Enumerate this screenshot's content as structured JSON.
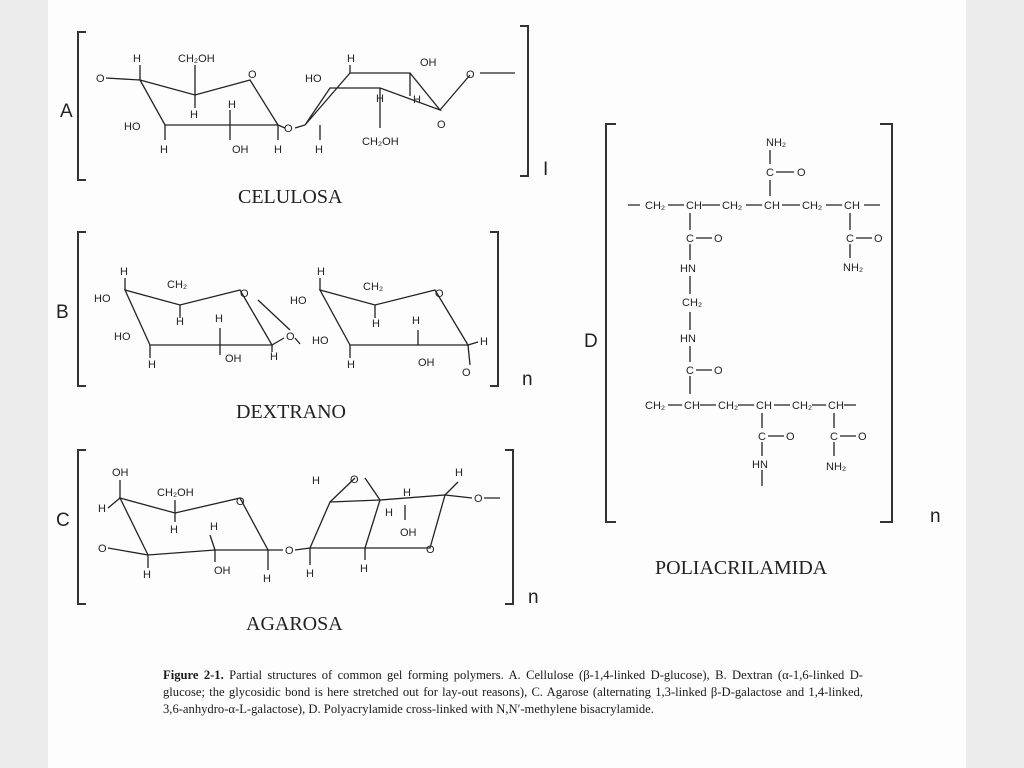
{
  "panels": {
    "a": {
      "letter": "A",
      "repeat": "I",
      "name": "CELULOSA"
    },
    "b": {
      "letter": "B",
      "repeat": "n",
      "name": "DEXTRANO"
    },
    "c": {
      "letter": "C",
      "repeat": "n",
      "name": "AGAROSA"
    },
    "d": {
      "letter": "D",
      "repeat": "n",
      "name": "POLIACRILAMIDA"
    }
  },
  "atoms": {
    "H": "H",
    "O": "O",
    "OH": "OH",
    "HO": "HO",
    "CH2OH": "CH₂OH",
    "CH2": "CH₂",
    "NH2": "NH₂",
    "HN": "HN",
    "CH": "CH",
    "C": "C",
    "dash": "—",
    "bond": "–"
  },
  "caption": {
    "label": "Figure 2-1.",
    "text": "Partial structures of common gel forming polymers. A. Cellulose (β-1,4-linked D-glucose), B. Dextran (α-1,6-linked D-glucose; the glycosidic bond is here stretched out for lay-out reasons), C. Agarose (alternating 1,3-linked β-D-galactose and 1,4-linked, 3,6-anhydro-α-L-galactose), D. Polyacrylamide cross-linked with N,N′-methylene bisacrylamide."
  }
}
